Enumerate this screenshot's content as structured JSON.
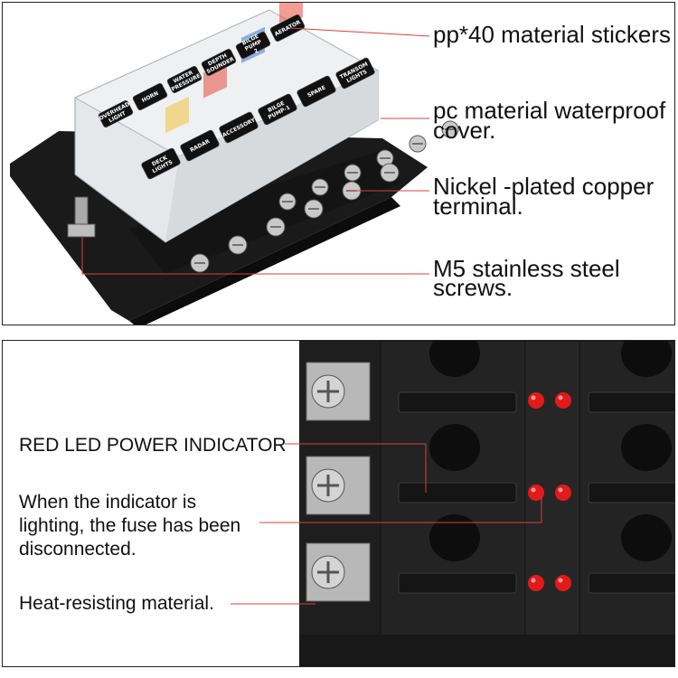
{
  "top_panel": {
    "callouts": [
      {
        "lines": [
          "pp*40 material stickers"
        ]
      },
      {
        "lines": [
          "pc material waterproof",
          "cover."
        ]
      },
      {
        "lines": [
          "Nickel -plated copper",
          "terminal."
        ]
      },
      {
        "lines": [
          "M5 stainless steel",
          "screws."
        ]
      }
    ],
    "stickers_front": [
      "DECK LIGHTS",
      "RADAR",
      "ACCESSORY",
      "BILGE PUMP-1",
      "SPARE",
      "TRANSOM LIGHTS"
    ],
    "stickers_back": [
      "OVERHEAD LIGHT",
      "HORN",
      "WATER PRESSURE",
      "DEPTH SOUNDER",
      "BILGE PUMP 2",
      "AERATOR"
    ],
    "fuse_colors": [
      "#f2c23a",
      "#e84a3c",
      "#3a78d8",
      "#e84a3c",
      "#e84a3c",
      "#e84a3c"
    ]
  },
  "bottom_panel": {
    "callouts": [
      {
        "lines": [
          "RED LED POWER INDICATOR"
        ]
      },
      {
        "lines": [
          "When the indicator is",
          "lighting, the fuse has been",
          "disconnected."
        ]
      },
      {
        "lines": [
          "Heat-resisting material."
        ]
      }
    ],
    "led_color": "#e21a1a"
  },
  "colors": {
    "leader_line": "#d84040",
    "base": "#1b1b1b",
    "cover": "#e8eaec"
  }
}
